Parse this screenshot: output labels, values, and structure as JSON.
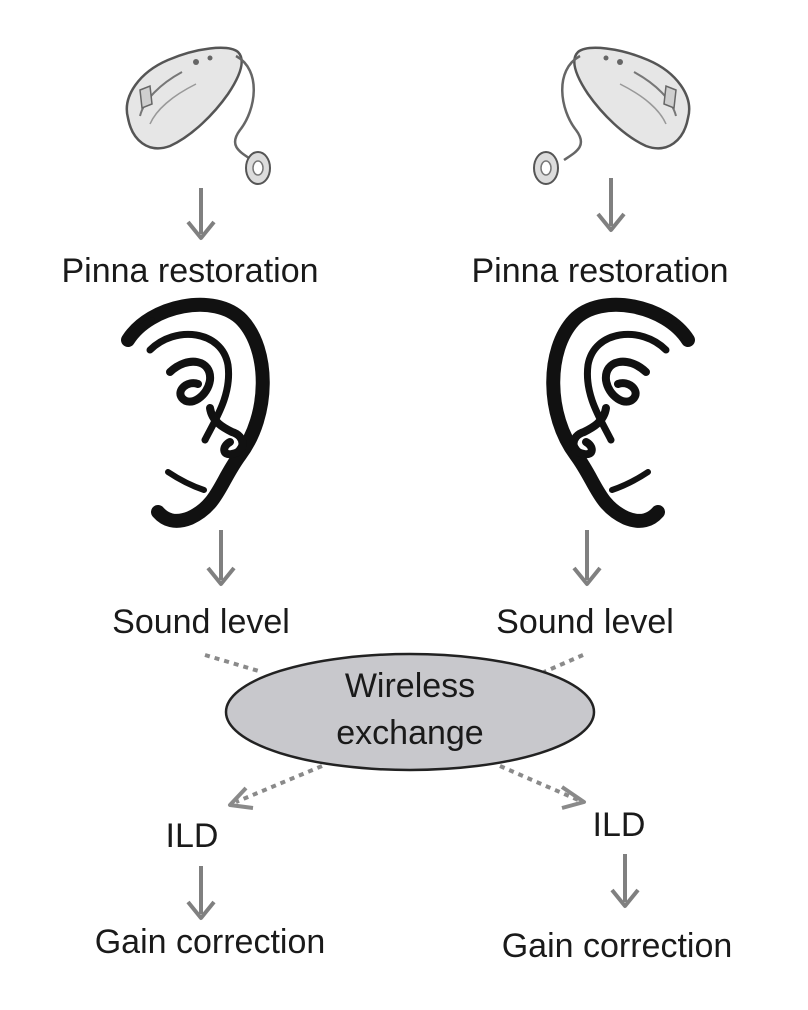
{
  "labels": {
    "left_pinna": "Pinna restoration",
    "right_pinna": "Pinna restoration",
    "left_sound": "Sound level",
    "right_sound": "Sound level",
    "wireless_line1": "Wireless",
    "wireless_line2": "exchange",
    "left_ild": "ILD",
    "right_ild": "ILD",
    "left_gain": "Gain correction",
    "right_gain": "Gain correction"
  },
  "colors": {
    "arrow": "#808080",
    "ellipse_fill": "#c8c8cc",
    "ellipse_stroke": "#222222",
    "ear": "#111111",
    "device_fill": "#e6e6e6",
    "device_stroke": "#555555"
  },
  "icons": {
    "left_device": "hearing-aid-icon",
    "right_device": "hearing-aid-icon",
    "left_ear": "ear-icon",
    "right_ear": "ear-icon"
  }
}
